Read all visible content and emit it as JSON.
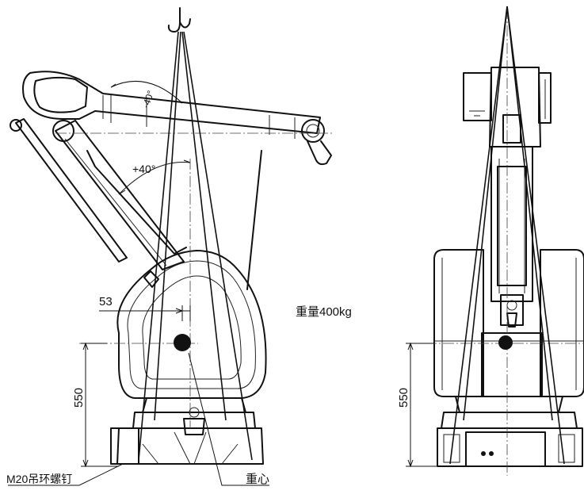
{
  "annotations": {
    "angle_upper": "-40°",
    "angle_lower": "+40°",
    "offset_dim": "53",
    "height_dim_left": "550",
    "height_dim_right": "550",
    "weight": "重量400kg",
    "lifting_bolt": "M20吊环螺钉",
    "center_of_gravity": "重心"
  },
  "colors": {
    "line": "#111111",
    "background": "#ffffff"
  }
}
